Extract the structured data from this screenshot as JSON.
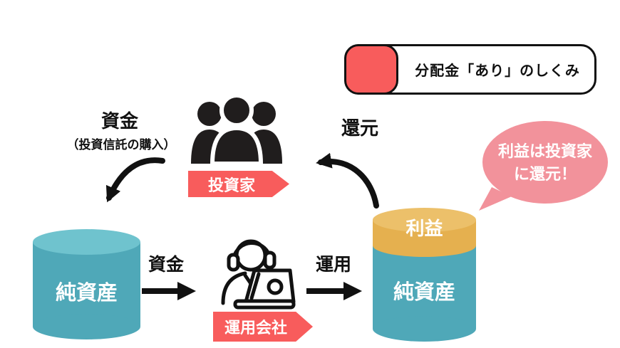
{
  "title": {
    "text": "分配金「あり」のしくみ"
  },
  "colors": {
    "accent_red": "#F85C5C",
    "bubble_pink": "#F2929B",
    "teal": "#4FA8B8",
    "teal_light": "#6FC3CE",
    "yellow": "#E5B04F",
    "yellow_light": "#ECC06A",
    "ink": "#111111"
  },
  "investor_section": {
    "fund_label": "資金",
    "fund_sublabel": "（投資信託の購入）",
    "investor_tag": "投資家",
    "return_label": "還元"
  },
  "speech_bubble": {
    "line1": "利益は投資家",
    "line2": "に還元！"
  },
  "left_cylinder": {
    "label": "純資産"
  },
  "flow": {
    "fund_arrow_label": "資金",
    "operate_arrow_label": "運用",
    "company_tag": "運用会社"
  },
  "right_cylinder": {
    "profit_label": "利益",
    "asset_label": "純資産"
  }
}
